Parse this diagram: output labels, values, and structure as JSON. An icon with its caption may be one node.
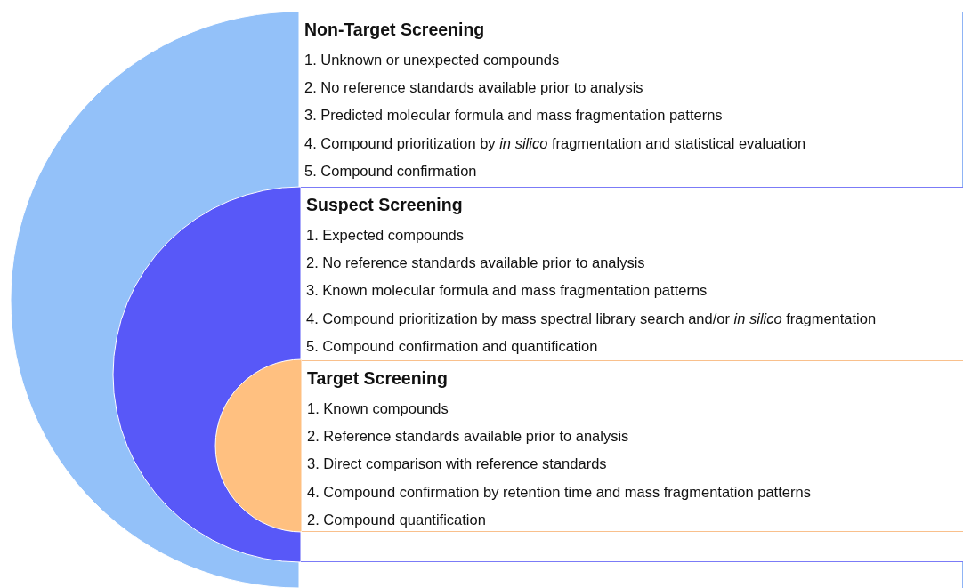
{
  "diagram": {
    "nodes": [
      {
        "text": [
          "Non-Target Screening",
          "1. Unknown or unexpected compounds",
          "2. No reference standards available prior to analysis",
          "3. Predicted molecular formula and mass fragmentation patterns",
          "4. Compound prioritization by *in silico* fragmentation and statistical evaluation",
          "5. Compound confirmation"
        ]
      },
      {
        "text": [
          "Suspect Screening",
          "1. Expected compounds",
          "2. No reference standards available prior to analysis",
          "3. Known molecular formula and mass fragmentation patterns",
          "4. Compound prioritization by mass spectral library search and/or *in silico* fragmentation",
          "5. Compound confirmation and quantification"
        ],
        "in": 0
      },
      {
        "text": [
          "Target Screening",
          "1. Known compounds",
          "2. Reference standards available prior to analysis",
          "3. Direct comparison with reference standards",
          "4. Compound confirmation by retention time and mass fragmentation patterns",
          "2. Compound quantification"
        ],
        "in": 1
      }
    ]
  }
}
